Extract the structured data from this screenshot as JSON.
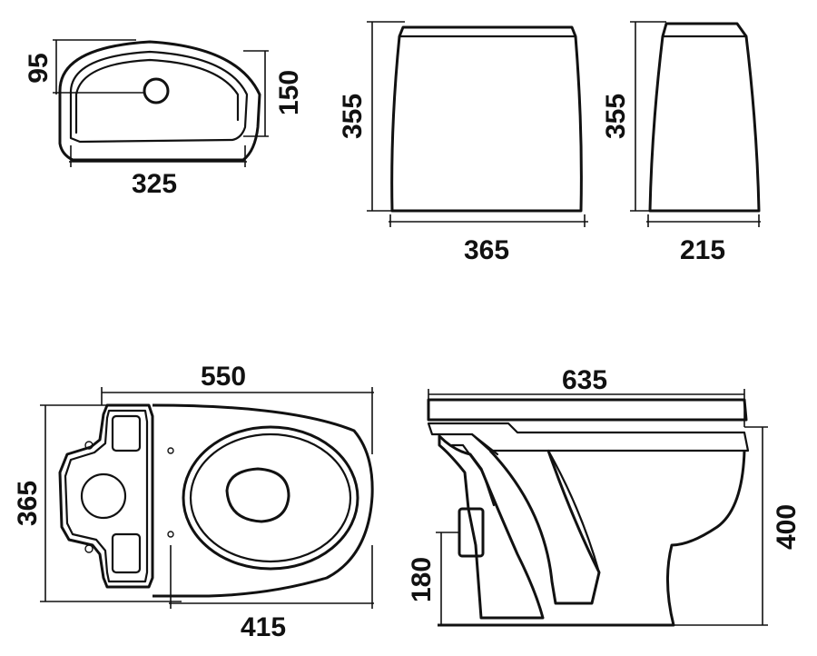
{
  "tank_top_view": {
    "depth_inner": "95",
    "depth": "150",
    "width": "325"
  },
  "tank_front_view": {
    "height": "355",
    "width": "365"
  },
  "tank_side_view": {
    "height": "355",
    "depth": "215"
  },
  "bowl_top_view": {
    "length": "550",
    "width": "365",
    "seat_length": "415"
  },
  "bowl_side_view": {
    "length": "635",
    "height": "400",
    "outlet_height": "180"
  }
}
